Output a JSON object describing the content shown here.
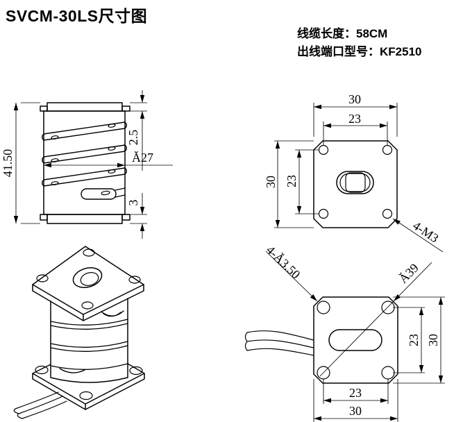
{
  "title": "SVCM-30LS尺寸图",
  "notes": {
    "cable_length": "线缆长度：58CM",
    "port_model": "出线端口型号：KF2510"
  },
  "views": {
    "side": {
      "total_height": "41.50",
      "top_plate_thickness": "2.5",
      "coil_diameter": "Ă27",
      "bottom_plate_thickness": "3"
    },
    "top": {
      "outer_width": "30",
      "hole_pitch_x": "23",
      "outer_height": "30",
      "hole_pitch_y": "23",
      "thread_callout": "4-M3"
    },
    "bottom": {
      "hole_callout": "4-Ă3.50",
      "bolt_circle_diameter": "Ă39",
      "hole_pitch_y": "23",
      "outer_height": "30",
      "hole_pitch_x": "23",
      "outer_width": "30"
    }
  },
  "colors": {
    "line": "#000000",
    "background": "#ffffff",
    "text": "#000000"
  }
}
